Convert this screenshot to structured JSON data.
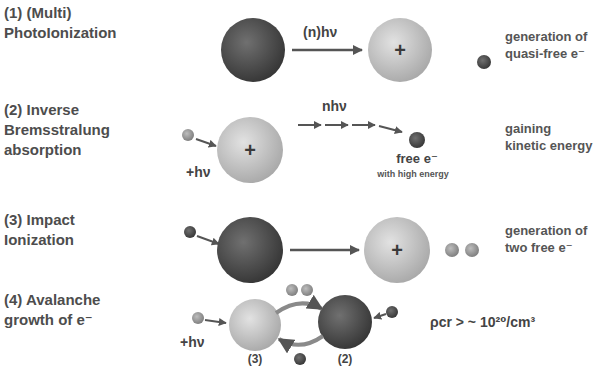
{
  "diagram": {
    "nodes": [
      {
        "text": [
          "+"
        ]
      },
      {
        "text": [
          "+"
        ]
      },
      {
        "text": [
          "+"
        ]
      }
    ],
    "labels": [
      "(1) (Multi) PhotoIonization",
      "(n)hν",
      "generation of quasi-free e⁻",
      "(2) Inverse Bremsstralung absorption",
      "+hν",
      "nhν",
      "free e⁻",
      "with high energy",
      "gaining kinetic energy",
      "(3) Impact Ionization",
      "generation of two free e⁻",
      "(4) Avalanche growth of e⁻",
      "+hν",
      "(3)",
      "(2)",
      "ρcr > ~ 10²⁰/cm³"
    ]
  }
}
